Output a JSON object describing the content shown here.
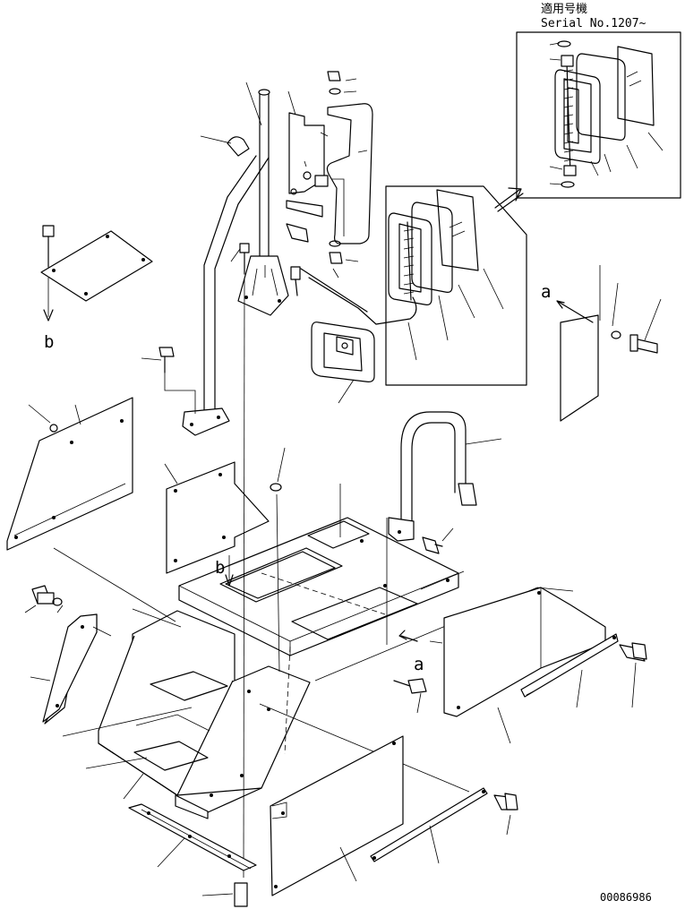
{
  "header": {
    "applicable_label": "適用号機",
    "serial_label": "Serial No.1207~"
  },
  "view_labels": {
    "a_upper": "a",
    "a_lower": "a",
    "b_lower": "b",
    "b_upper": "b"
  },
  "drawing_number": "00086986"
}
